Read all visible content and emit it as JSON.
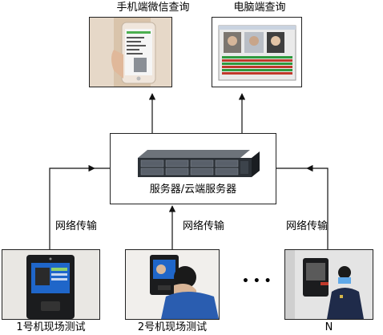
{
  "top": {
    "phone_label": "手机端微信查询",
    "pc_label": "电脑端查询"
  },
  "server": {
    "label": "服务器/云端服务器"
  },
  "edges": {
    "left": "网络传输",
    "middle": "网络传输",
    "right": "网络传输"
  },
  "bottom": {
    "site1": "1号机现场测试",
    "site2": "2号机现场测试",
    "ellipsis": "• • •",
    "siteN": "N"
  },
  "colors": {
    "line": "#111111",
    "phone_screen": "#f5f5f5",
    "pc_row_green": "#2e9a3e",
    "pc_row_red": "#c0392b",
    "server_body": "#2b3036",
    "uniform": "#1f2b4a",
    "shirt": "#2a5db0",
    "kiosk_screen": "#1f66c9"
  },
  "icons": [
    "phone-photo",
    "pc-monitor-screenshot",
    "rack-server-icon",
    "kiosk-device-photo",
    "arrow-head"
  ]
}
